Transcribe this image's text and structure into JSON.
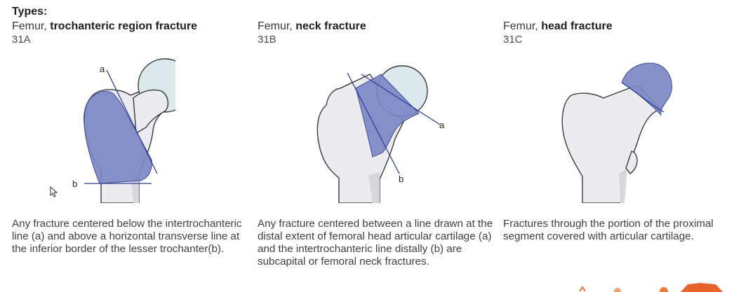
{
  "types_label": "Types:",
  "columns": [
    {
      "title_prefix": "Femur, ",
      "title_bold": "trochanteric region fracture",
      "code": "31A",
      "description": "Any fracture centered below the intertrochanteric line (a) and above a horizontal transverse line at the inferior border of the lesser trochanter(b).",
      "labels": [
        "a",
        "b"
      ]
    },
    {
      "title_prefix": "Femur, ",
      "title_bold": "neck fracture",
      "code": "31B",
      "description": "Any fracture centered between a line drawn at the distal extent of femoral head articular cartilage (a) and the intertrochanteric line distally (b) are subcapital or femoral neck fractures.",
      "labels": [
        "a",
        "b"
      ]
    },
    {
      "title_prefix": "Femur, ",
      "title_bold": "head fracture",
      "code": "31C",
      "description": "Fractures through the portion of the proximal segment covered with articular cartilage.",
      "labels": []
    }
  ],
  "colors": {
    "fracture_fill": "#7c88c6",
    "line": "#2f3f9a",
    "cartilage": "#dbe8ec",
    "bone": "#ecebef"
  }
}
